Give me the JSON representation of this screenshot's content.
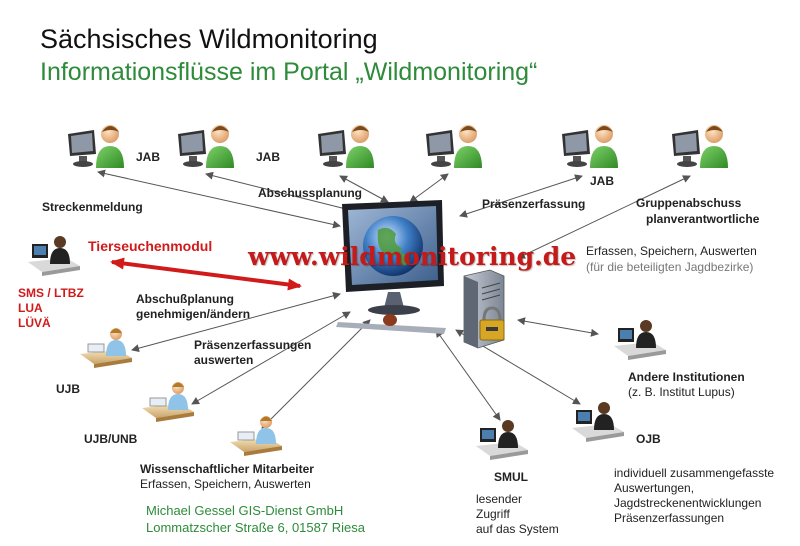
{
  "title": "Sächsisches Wildmonitoring",
  "subtitle": "Informationsflüsse im Portal „Wildmonitoring“",
  "center": {
    "url": "www.wildmonitoring.de"
  },
  "nodes": {
    "jab1": "JAB",
    "jab2": "JAB",
    "jab3": "JAB",
    "gruppen": [
      "Gruppenabschuss",
      "planverantwortliche"
    ],
    "gruppen_desc": "Erfassen, Speichern, Auswerten",
    "gruppen_note": "(für die beteiligten Jagdbezirke)",
    "tierseuchen": "Tierseuchenmodul",
    "sms": [
      "SMS / LTBZ",
      "LUA",
      "LÜVÄ"
    ],
    "ujb": "UJB",
    "ujb_unb": "UJB/UNB",
    "wiss": "Wissenschaftlicher Mitarbeiter",
    "wiss_desc": "Erfassen, Speichern, Auswerten",
    "smul": "SMUL",
    "smul_desc": [
      "lesender",
      "Zugriff",
      "auf das System"
    ],
    "ojb": "OJB",
    "ojb_desc": [
      "individuell zusammengefasste",
      "Auswertungen,",
      "Jagdstreckenentwicklungen",
      "Präsenzerfassungen"
    ],
    "andere": "Andere Institutionen",
    "andere_sub": "(z. B. Institut Lupus)"
  },
  "flows": {
    "streckenmeldung": "Streckenmeldung",
    "abschussplanung": "Abschussplanung",
    "praesenzerfassung": "Präsenzerfassung",
    "abschussplanung_gen": [
      "Abschußplanung",
      "genehmigen/ändern"
    ],
    "praesenz_auswerten": [
      "Präsenzerfassungen",
      "auswerten"
    ]
  },
  "footer": {
    "company": "Michael Gessel GIS-Dienst GmbH",
    "address": "Lommatzscher  Straße 6, 01587 Riesa"
  },
  "colors": {
    "title_green": "#2e8b3a",
    "accent_red": "#d11a1a",
    "arrow": "#555555"
  }
}
